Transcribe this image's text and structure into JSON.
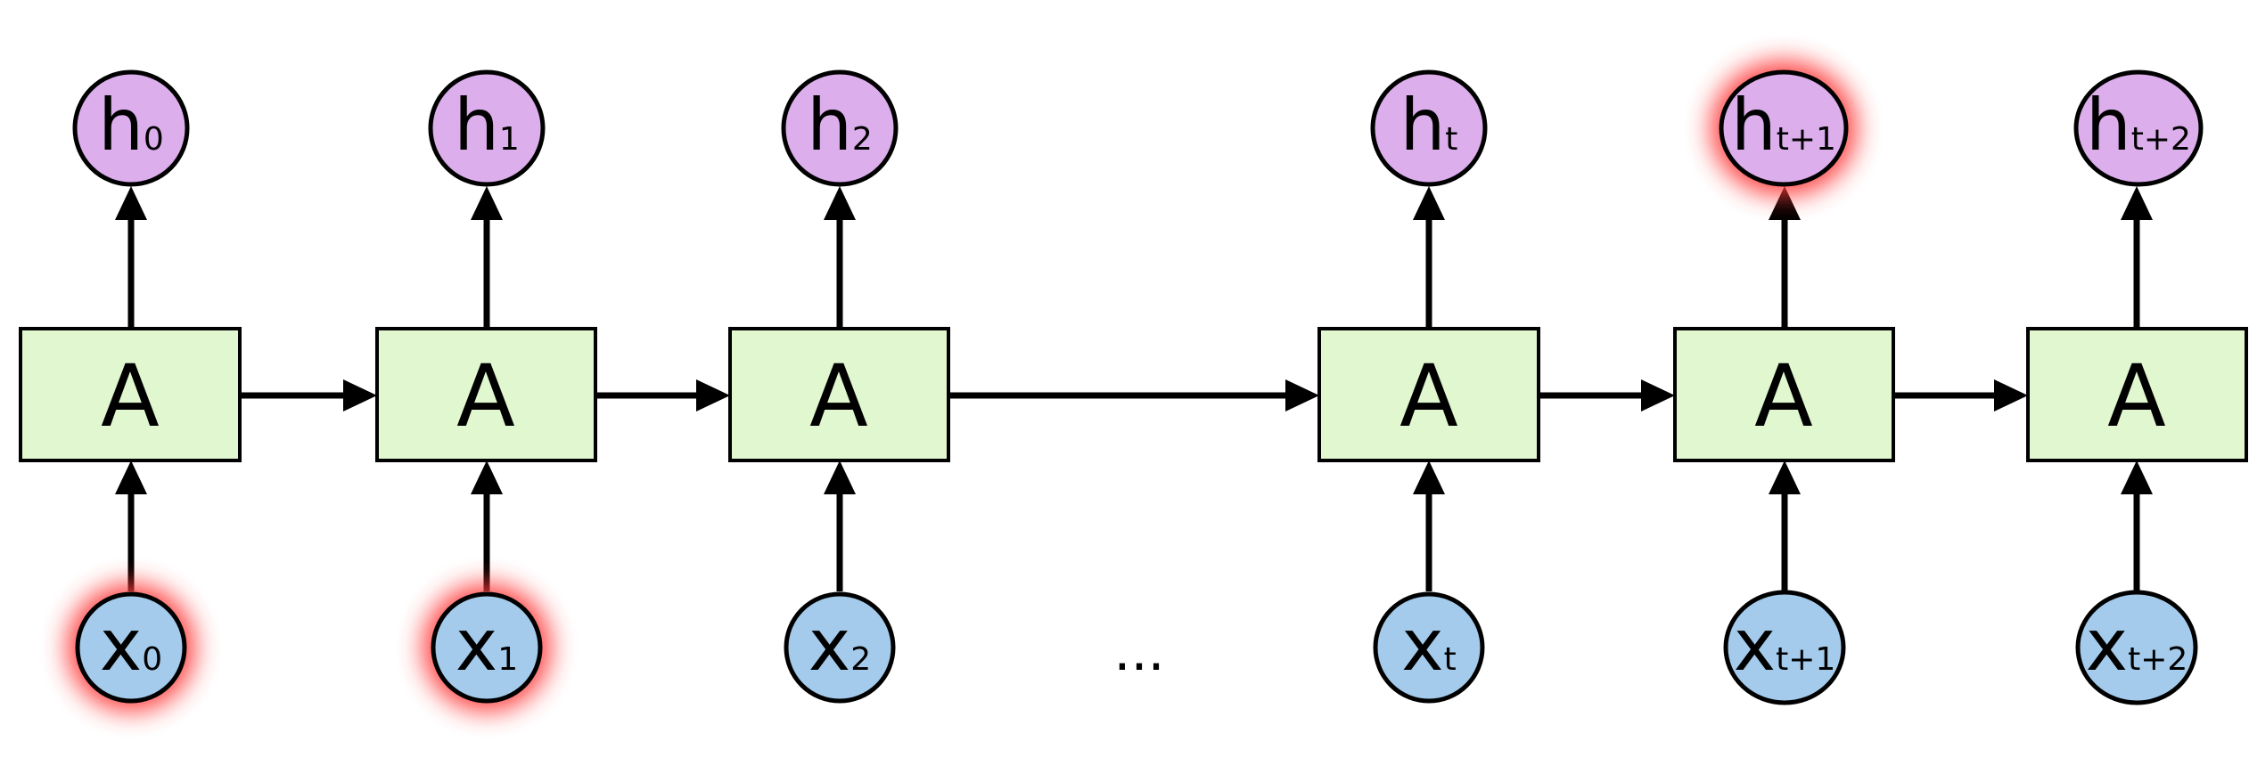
{
  "colors": {
    "cell_fill": "#e0f7d0",
    "output_fill": "#dcaeec",
    "input_fill": "#a4cbeb",
    "stroke": "#000000",
    "highlight_glow": "#ff3b3b"
  },
  "cell_label": "A",
  "ellipsis": "...",
  "steps": [
    {
      "cell": "A",
      "h": {
        "main": "h",
        "sub": "0"
      },
      "x": {
        "main": "x",
        "sub": "0"
      },
      "h_highlight": false,
      "x_highlight": true
    },
    {
      "cell": "A",
      "h": {
        "main": "h",
        "sub": "1"
      },
      "x": {
        "main": "x",
        "sub": "1"
      },
      "h_highlight": false,
      "x_highlight": true
    },
    {
      "cell": "A",
      "h": {
        "main": "h",
        "sub": "2"
      },
      "x": {
        "main": "x",
        "sub": "2"
      },
      "h_highlight": false,
      "x_highlight": false
    },
    {
      "cell": "A",
      "h": {
        "main": "h",
        "sub": "t"
      },
      "x": {
        "main": "x",
        "sub": "t"
      },
      "h_highlight": false,
      "x_highlight": false
    },
    {
      "cell": "A",
      "h": {
        "main": "h",
        "sub": "t+1"
      },
      "x": {
        "main": "x",
        "sub": "t+1"
      },
      "h_highlight": true,
      "x_highlight": false
    },
    {
      "cell": "A",
      "h": {
        "main": "h",
        "sub": "t+2"
      },
      "x": {
        "main": "x",
        "sub": "t+2"
      },
      "h_highlight": false,
      "x_highlight": false
    }
  ]
}
